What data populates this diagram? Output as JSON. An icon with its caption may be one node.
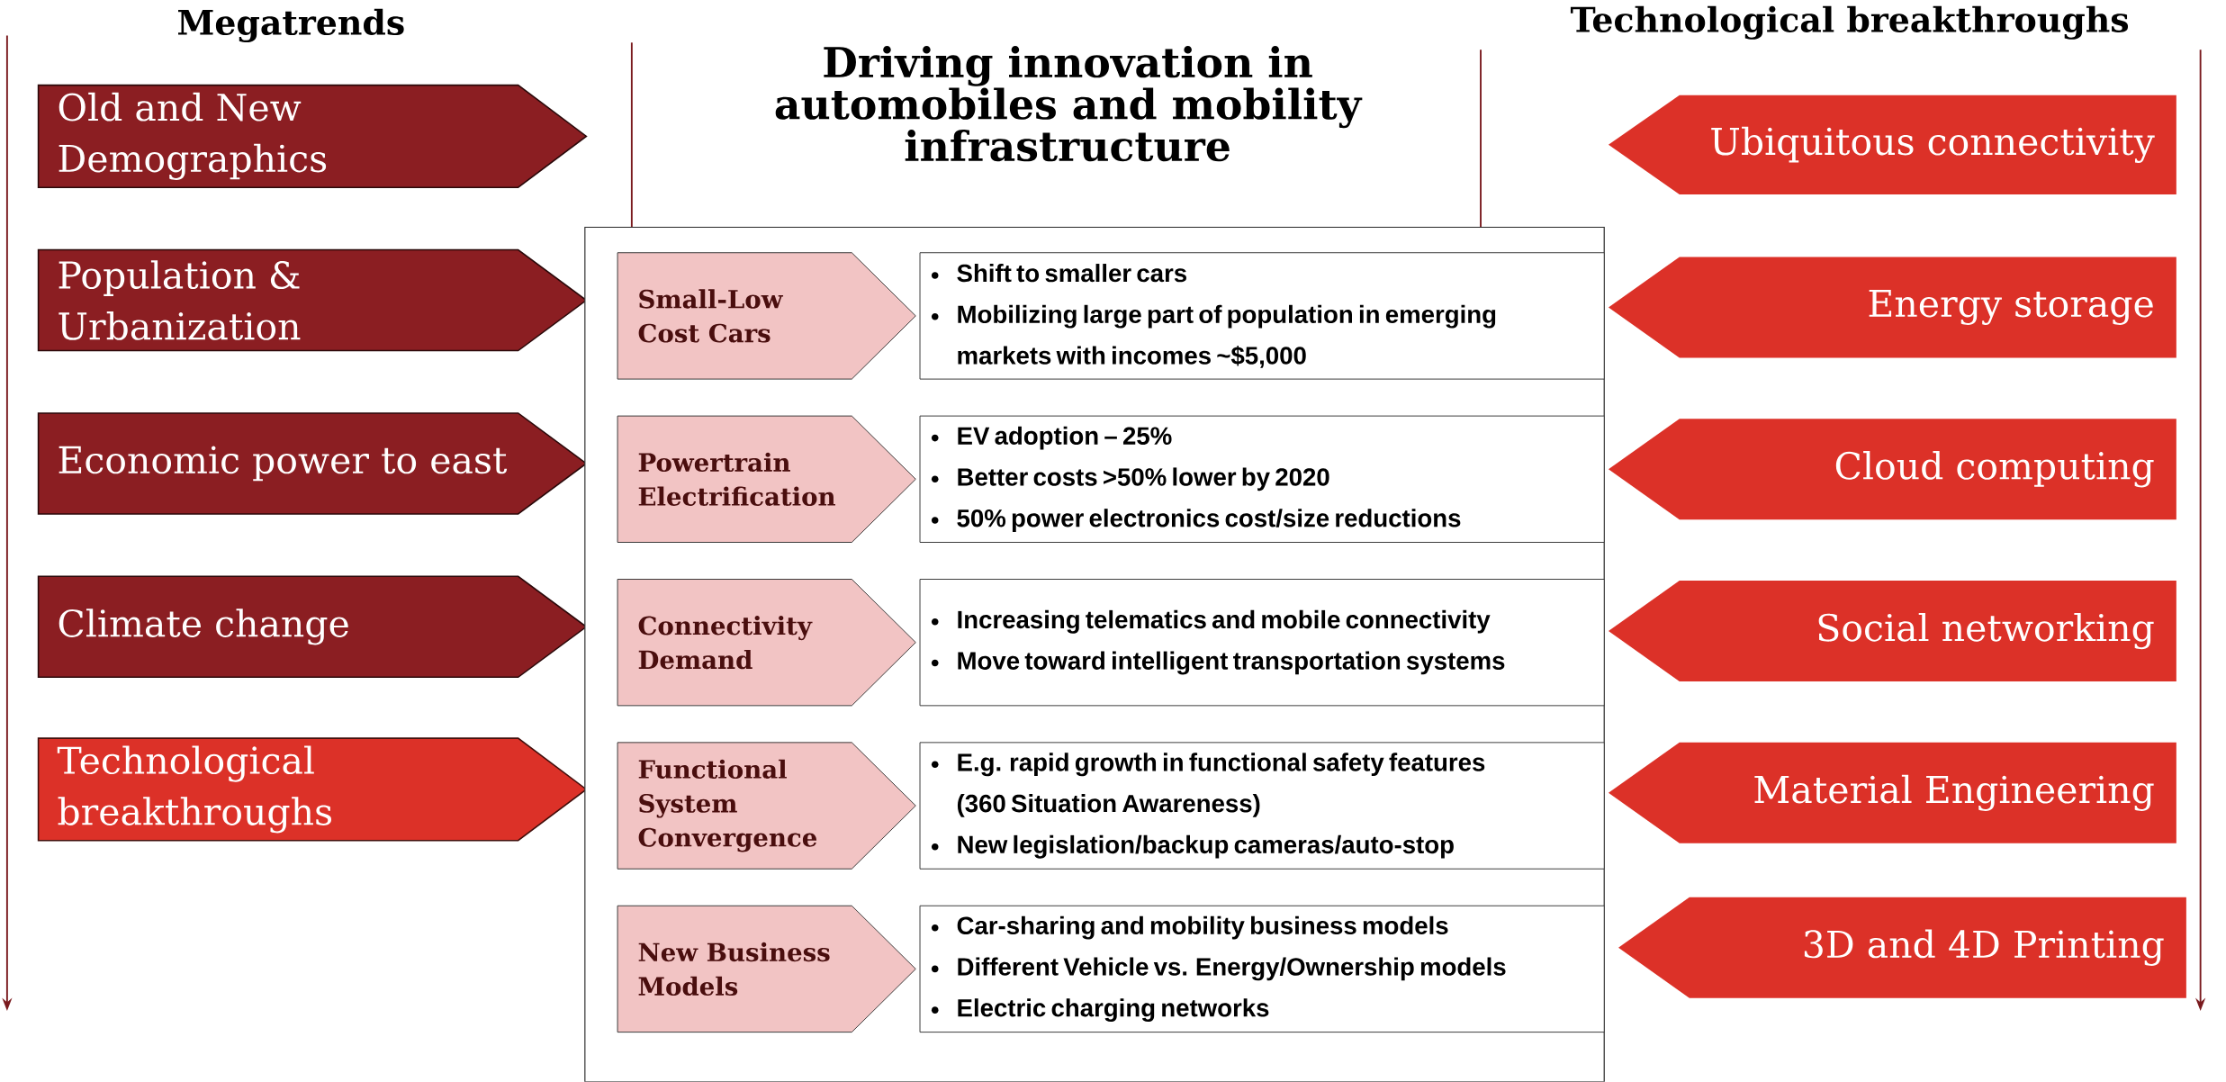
{
  "diagram": {
    "title": "Driving innovation in automobiles and mobility infrastructure",
    "nodes": [
      {
        "text": [
          "Old and New Demographics"
        ]
      },
      {
        "text": [
          "Population & Urbanization"
        ]
      },
      {
        "text": [
          "Economic power to east"
        ]
      },
      {
        "text": [
          "Climate change"
        ]
      },
      {
        "text": [
          "Technological breakthroughs"
        ]
      },
      {
        "text": [
          "Ubiquitous connectivity"
        ]
      },
      {
        "text": [
          "Energy storage"
        ]
      },
      {
        "text": [
          "Cloud computing"
        ]
      },
      {
        "text": [
          "Social networking"
        ]
      },
      {
        "text": [
          "Material Engineering"
        ]
      },
      {
        "text": [
          "3D and 4D Printing"
        ]
      },
      {
        "text": [],
        "shape": "box"
      },
      {
        "text": [
          "Small-Low Cost Cars"
        ],
        "in": 11
      },
      {
        "text": [
          "Shift to smaller cars",
          "Mobilizing large part of population in emerging markets with incomes ~$5,000"
        ],
        "in": 11
      },
      {
        "text": [
          "Powertrain Electrification"
        ],
        "in": 11
      },
      {
        "text": [
          "EV adoption – 25%",
          "Better costs >50% lower by 2020",
          "50% power electronics cost/size reductions"
        ],
        "in": 11
      },
      {
        "text": [
          "Connectivity Demand"
        ],
        "in": 11
      },
      {
        "text": [
          "Increasing telematics and mobile connectivity",
          "Move toward intelligent transportation systems"
        ],
        "in": 11
      },
      {
        "text": [
          "Functional System Convergence"
        ],
        "in": 11
      },
      {
        "text": [
          "E.g. rapid growth in functional safety features (360 Situation Awareness)",
          "New legislation/backup cameras/auto-stop"
        ],
        "in": 11
      },
      {
        "text": [
          "New Business Models"
        ],
        "in": 11
      },
      {
        "text": [
          "Car-sharing and mobility business models",
          "Different Vehicle vs. Energy/Ownership models",
          "Electric charging networks"
        ],
        "in": 11
      }
    ],
    "edges": [],
    "labels": [
      "Megatrends",
      "Technological breakthroughs"
    ]
  }
}
